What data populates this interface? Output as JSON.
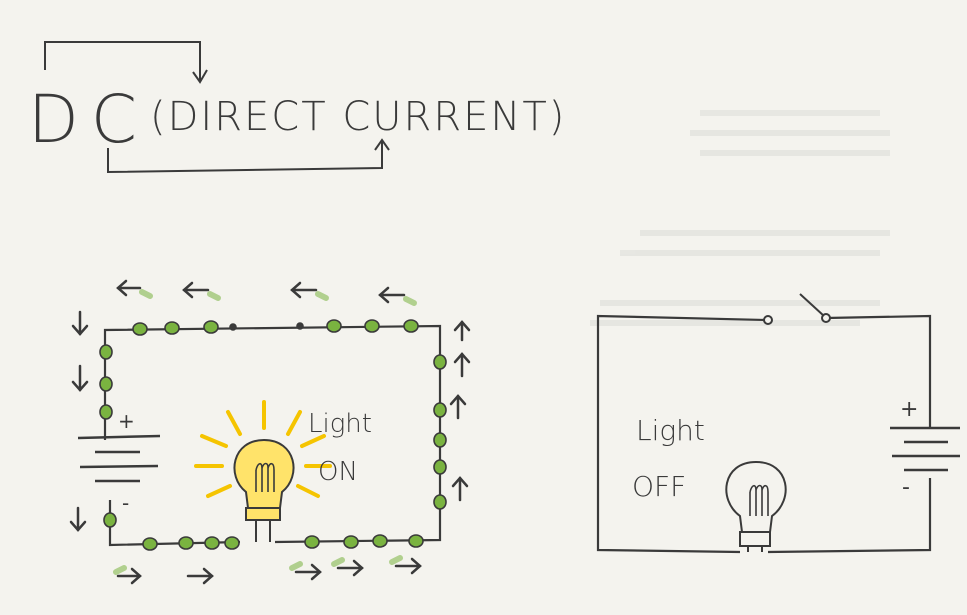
{
  "title": {
    "dc": "DC",
    "full": "(DIRECT CURRENT)"
  },
  "left_circuit": {
    "label_line1": "Light",
    "label_line2": "ON",
    "battery_plus": "+",
    "battery_minus": "-"
  },
  "right_circuit": {
    "label_line1": "Light",
    "label_line2": "OFF",
    "battery_plus": "+",
    "battery_minus": "-"
  },
  "colors": {
    "ink": "#3a3a3a",
    "electron_fill": "#7ab340",
    "arrow_green": "#4a8a2a",
    "glow_yellow": "#f5c400",
    "paper": "#f4f3ee"
  }
}
